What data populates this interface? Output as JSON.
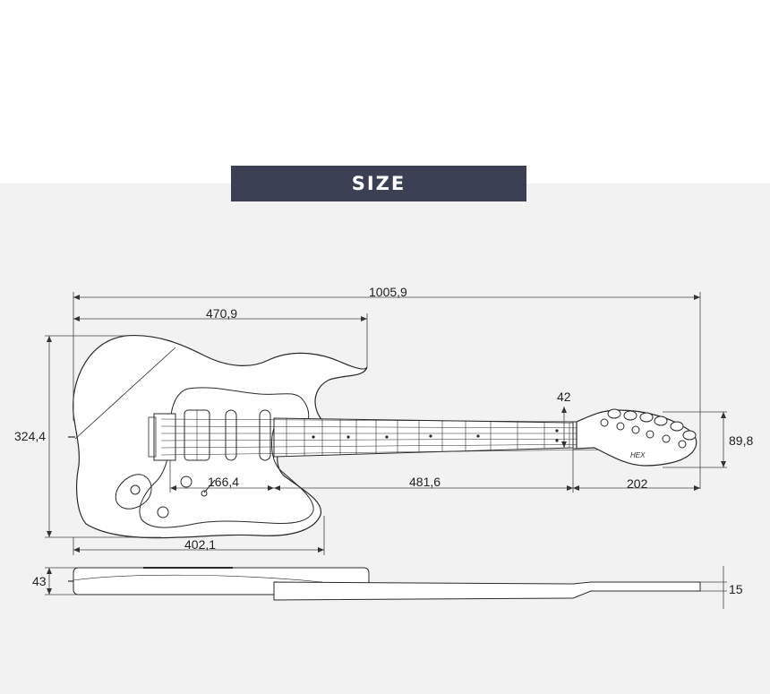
{
  "banner": {
    "title": "SIZE"
  },
  "dimensions": {
    "overall_length": "1005,9",
    "body_length": "470,9",
    "body_width": "324,4",
    "neck_width": "42",
    "headstock_width": "89,8",
    "bridge_to_body": "166,4",
    "fretboard_length": "481,6",
    "headstock_length": "202",
    "lower_body_length": "402,1",
    "body_thickness": "43",
    "headstock_thickness": "15"
  },
  "logo": {
    "text": "HEX"
  },
  "colors": {
    "banner_bg": "#3b4054",
    "panel_bg": "#f2f2f2",
    "line": "#2a2a2a"
  }
}
